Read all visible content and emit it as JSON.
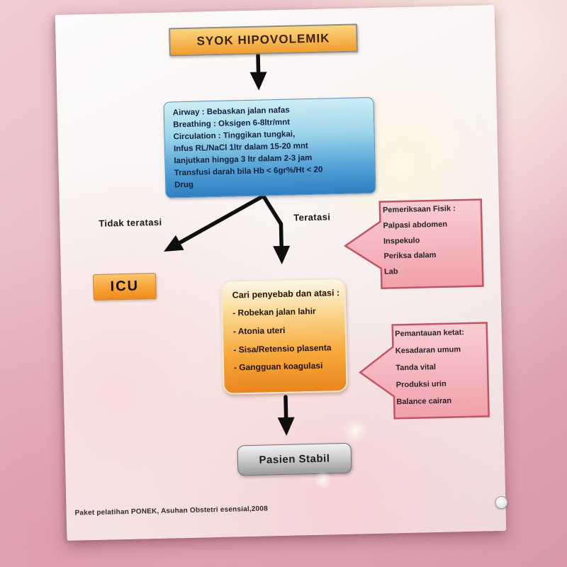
{
  "photo": {
    "accent_colors": {
      "background_pink": "#e9b7c2",
      "poster_white": "#f9f3f2",
      "title_orange": "#f7b753",
      "blue_box_top": "#cdeef5",
      "blue_box_bottom": "#2f7fc1",
      "cause_orange": "#f6a93b",
      "callout_pink": "#f6bcc1",
      "callout_border": "#c05563",
      "stable_gray": "#bdbdbd",
      "arrow_black": "#0e0e0e"
    }
  },
  "poster": {
    "title": "SYOK HIPOVOLEMIK",
    "abc_box": {
      "lines": [
        "Airway : Bebaskan jalan nafas",
        "Breathing : Oksigen 6-8ltr/mnt",
        "Circulation : Tinggikan tungkai,",
        "Infus RL/NaCl 1ltr dalam 15-20 mnt",
        "lanjutkan hingga 3 ltr dalam 2-3 jam",
        "Transfusi darah bila Hb < 6gr%/Ht < 20",
        "Drug"
      ]
    },
    "branches": {
      "left_label": "Tidak teratasi",
      "right_label": "Teratasi"
    },
    "icu_label": "ICU",
    "cause_box": {
      "title": "Cari penyebab dan atasi :",
      "items": [
        "- Robekan jalan lahir",
        "- Atonia uteri",
        "- Sisa/Retensio plasenta",
        "- Gangguan koagulasi"
      ]
    },
    "callout_exam": {
      "title": "Pemeriksaan Fisik :",
      "items": [
        "Palpasi abdomen",
        "Inspekulo",
        "Periksa dalam",
        "Lab"
      ]
    },
    "callout_monitor": {
      "title": "Pemantauan ketat:",
      "items": [
        "Kesadaran umum",
        "Tanda vital",
        "Produksi urin",
        "Balance cairan"
      ]
    },
    "stable_label": "Pasien Stabil",
    "footer": "Paket pelatihan PONEK, Asuhan Obstetri esensial,2008"
  }
}
